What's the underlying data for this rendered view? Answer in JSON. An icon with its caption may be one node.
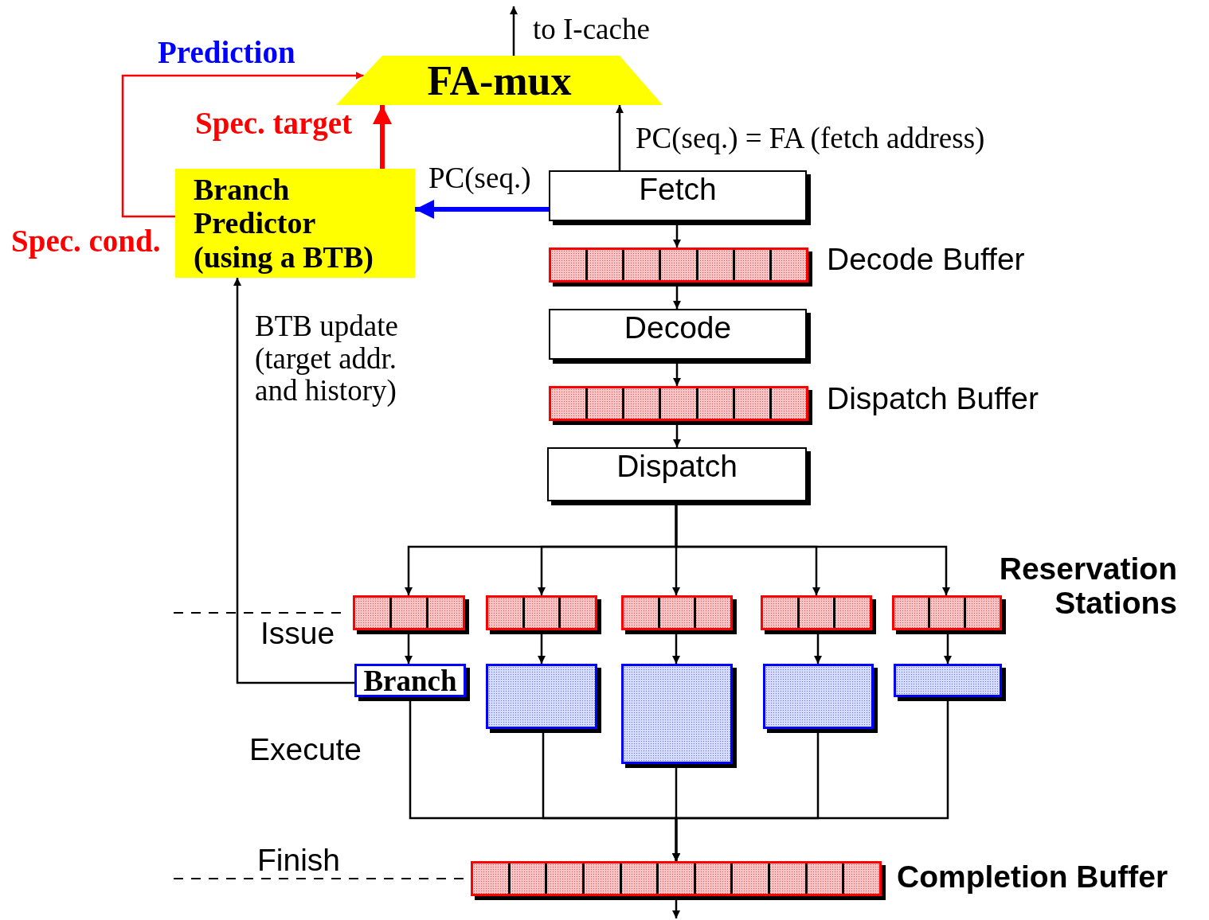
{
  "diagram": {
    "nodes": [
      {
        "text": [
          "FA-mux"
        ]
      },
      {
        "text": [
          "Branch Predictor (using a BTB)"
        ]
      },
      {
        "text": [
          "Fetch"
        ]
      },
      {
        "text": [],
        "shape": "bar",
        "beside": [
          "Decode Buffer"
        ]
      },
      {
        "text": [
          "Decode"
        ]
      },
      {
        "text": [],
        "shape": "bar",
        "beside": [
          "Dispatch Buffer"
        ]
      },
      {
        "text": [
          "Dispatch"
        ]
      },
      {
        "text": [],
        "shape": "bar"
      },
      {
        "text": [],
        "shape": "bar"
      },
      {
        "text": [],
        "shape": "bar"
      },
      {
        "text": [],
        "shape": "bar"
      },
      {
        "text": [],
        "shape": "bar"
      },
      {
        "text": [
          "Branch"
        ]
      },
      {
        "text": [],
        "shape": "box"
      },
      {
        "text": [],
        "shape": "box"
      },
      {
        "text": [],
        "shape": "box"
      },
      {
        "text": [],
        "shape": "box"
      },
      {
        "text": [],
        "shape": "bar",
        "beside": [
          "Completion Buffer"
        ]
      }
    ],
    "edges": [
      {
        "from": 0,
        "to": null,
        "arrow": "to",
        "label": "to I-cache"
      },
      {
        "from": 1,
        "to": 0,
        "arrow": "to",
        "label": "Prediction",
        "color": "#ff0000"
      },
      {
        "from": 1,
        "to": 0,
        "arrow": "to",
        "label": "Spec. target",
        "style": "thick",
        "color": "#ff0000"
      },
      {
        "from": 2,
        "to": 1,
        "arrow": "to",
        "label": "PC(seq.)",
        "style": "thick",
        "color": "#0000ff"
      },
      {
        "from": 2,
        "to": 0,
        "arrow": "to",
        "label": "PC(seq.) = FA (fetch address)"
      },
      {
        "from": 2,
        "to": 3,
        "arrow": "to"
      },
      {
        "from": 3,
        "to": 4,
        "arrow": "to"
      },
      {
        "from": 4,
        "to": 5,
        "arrow": "to"
      },
      {
        "from": 5,
        "to": 6,
        "arrow": "to"
      },
      {
        "from": 6,
        "to": 7,
        "arrow": "to"
      },
      {
        "from": 6,
        "to": 8,
        "arrow": "to"
      },
      {
        "from": 6,
        "to": 9,
        "arrow": "to"
      },
      {
        "from": 6,
        "to": 10,
        "arrow": "to"
      },
      {
        "from": 6,
        "to": 11,
        "arrow": "to"
      },
      {
        "from": 7,
        "to": 12,
        "arrow": "to"
      },
      {
        "from": 8,
        "to": 13,
        "arrow": "to"
      },
      {
        "from": 9,
        "to": 14,
        "arrow": "to"
      },
      {
        "from": 10,
        "to": 15,
        "arrow": "to"
      },
      {
        "from": 11,
        "to": 16,
        "arrow": "to"
      },
      {
        "from": 12,
        "to": 1,
        "arrow": "to",
        "label": "BTB update (target addr. and history)"
      },
      {
        "from": 12,
        "to": 17,
        "arrow": "to"
      },
      {
        "from": 13,
        "to": 17,
        "arrow": "to"
      },
      {
        "from": 14,
        "to": 17,
        "arrow": "to"
      },
      {
        "from": 15,
        "to": 17,
        "arrow": "to"
      },
      {
        "from": 16,
        "to": 17,
        "arrow": "to"
      },
      {
        "from": 17,
        "to": null,
        "arrow": "to"
      }
    ],
    "labels": [
      "Spec. cond.",
      "Reservation Stations",
      "Issue",
      "Execute",
      "Finish"
    ]
  }
}
